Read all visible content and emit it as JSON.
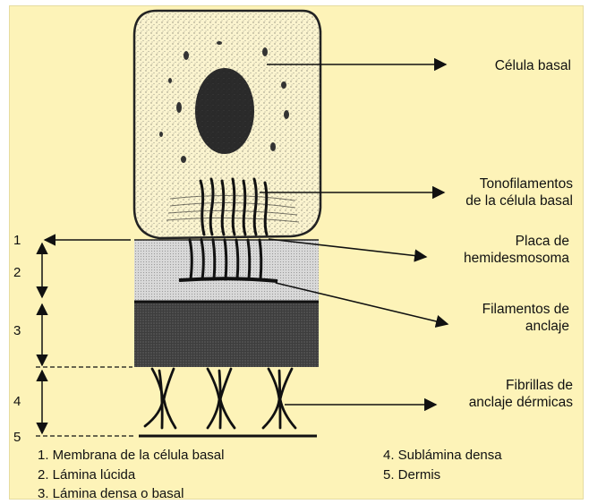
{
  "colors": {
    "background": "#fdf3b8",
    "ink": "#111111"
  },
  "labels": {
    "celula": "Célula basal",
    "tono_1": "Tonofilamentos",
    "tono_2": "de la célula basal",
    "placa_1": "Placa de",
    "placa_2": "hemidesmosoma",
    "fil_1": "Filamentos de",
    "fil_2": "anclaje",
    "fib_1": "Fibrillas de",
    "fib_2": "anclaje dérmicas"
  },
  "layers": [
    "1",
    "2",
    "3",
    "4",
    "5"
  ],
  "legend": [
    "1.  Membrana de la célula basal",
    "2.  Lámina lúcida",
    "3.  Lámina densa o basal",
    "4.  Sublámina densa",
    "5.  Dermis"
  ]
}
